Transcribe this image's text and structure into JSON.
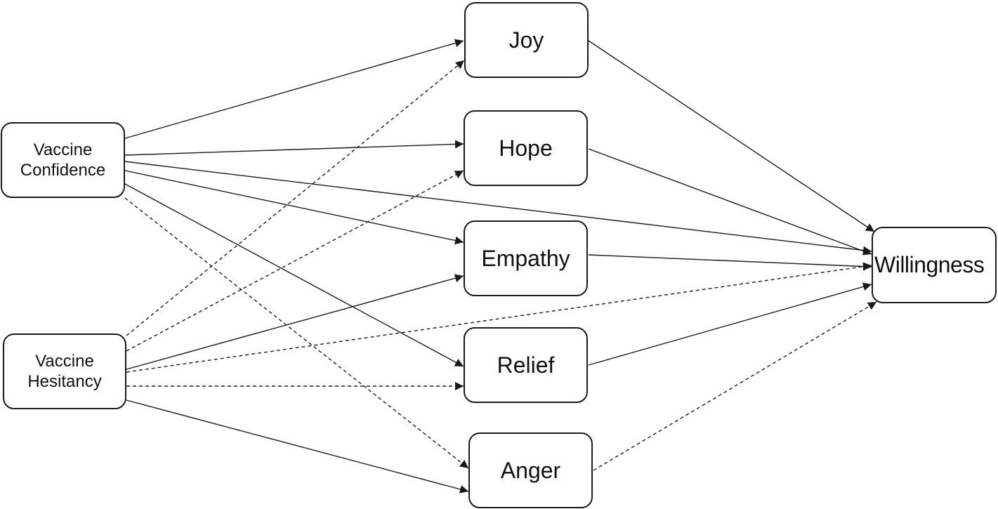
{
  "nodes": {
    "vaccine_confidence": {
      "label": "Vaccine\nConfidence"
    },
    "vaccine_hesitancy": {
      "label": "Vaccine\nHesitancy"
    },
    "joy": {
      "label": "Joy"
    },
    "hope": {
      "label": "Hope"
    },
    "empathy": {
      "label": "Empathy"
    },
    "relief": {
      "label": "Relief"
    },
    "anger": {
      "label": "Anger"
    },
    "willingness": {
      "label": "Willingness"
    }
  },
  "edges": [
    {
      "from": "vaccine_confidence",
      "to": "joy",
      "style": "solid"
    },
    {
      "from": "vaccine_confidence",
      "to": "hope",
      "style": "solid"
    },
    {
      "from": "vaccine_confidence",
      "to": "empathy",
      "style": "solid"
    },
    {
      "from": "vaccine_confidence",
      "to": "relief",
      "style": "solid"
    },
    {
      "from": "vaccine_confidence",
      "to": "anger",
      "style": "dashed"
    },
    {
      "from": "vaccine_confidence",
      "to": "willingness",
      "style": "solid"
    },
    {
      "from": "vaccine_hesitancy",
      "to": "joy",
      "style": "dashed"
    },
    {
      "from": "vaccine_hesitancy",
      "to": "hope",
      "style": "dashed"
    },
    {
      "from": "vaccine_hesitancy",
      "to": "empathy",
      "style": "solid"
    },
    {
      "from": "vaccine_hesitancy",
      "to": "relief",
      "style": "dashed"
    },
    {
      "from": "vaccine_hesitancy",
      "to": "anger",
      "style": "solid"
    },
    {
      "from": "vaccine_hesitancy",
      "to": "willingness",
      "style": "dashed"
    },
    {
      "from": "joy",
      "to": "willingness",
      "style": "solid"
    },
    {
      "from": "hope",
      "to": "willingness",
      "style": "solid"
    },
    {
      "from": "empathy",
      "to": "willingness",
      "style": "solid"
    },
    {
      "from": "relief",
      "to": "willingness",
      "style": "solid"
    },
    {
      "from": "anger",
      "to": "willingness",
      "style": "dashed"
    }
  ]
}
